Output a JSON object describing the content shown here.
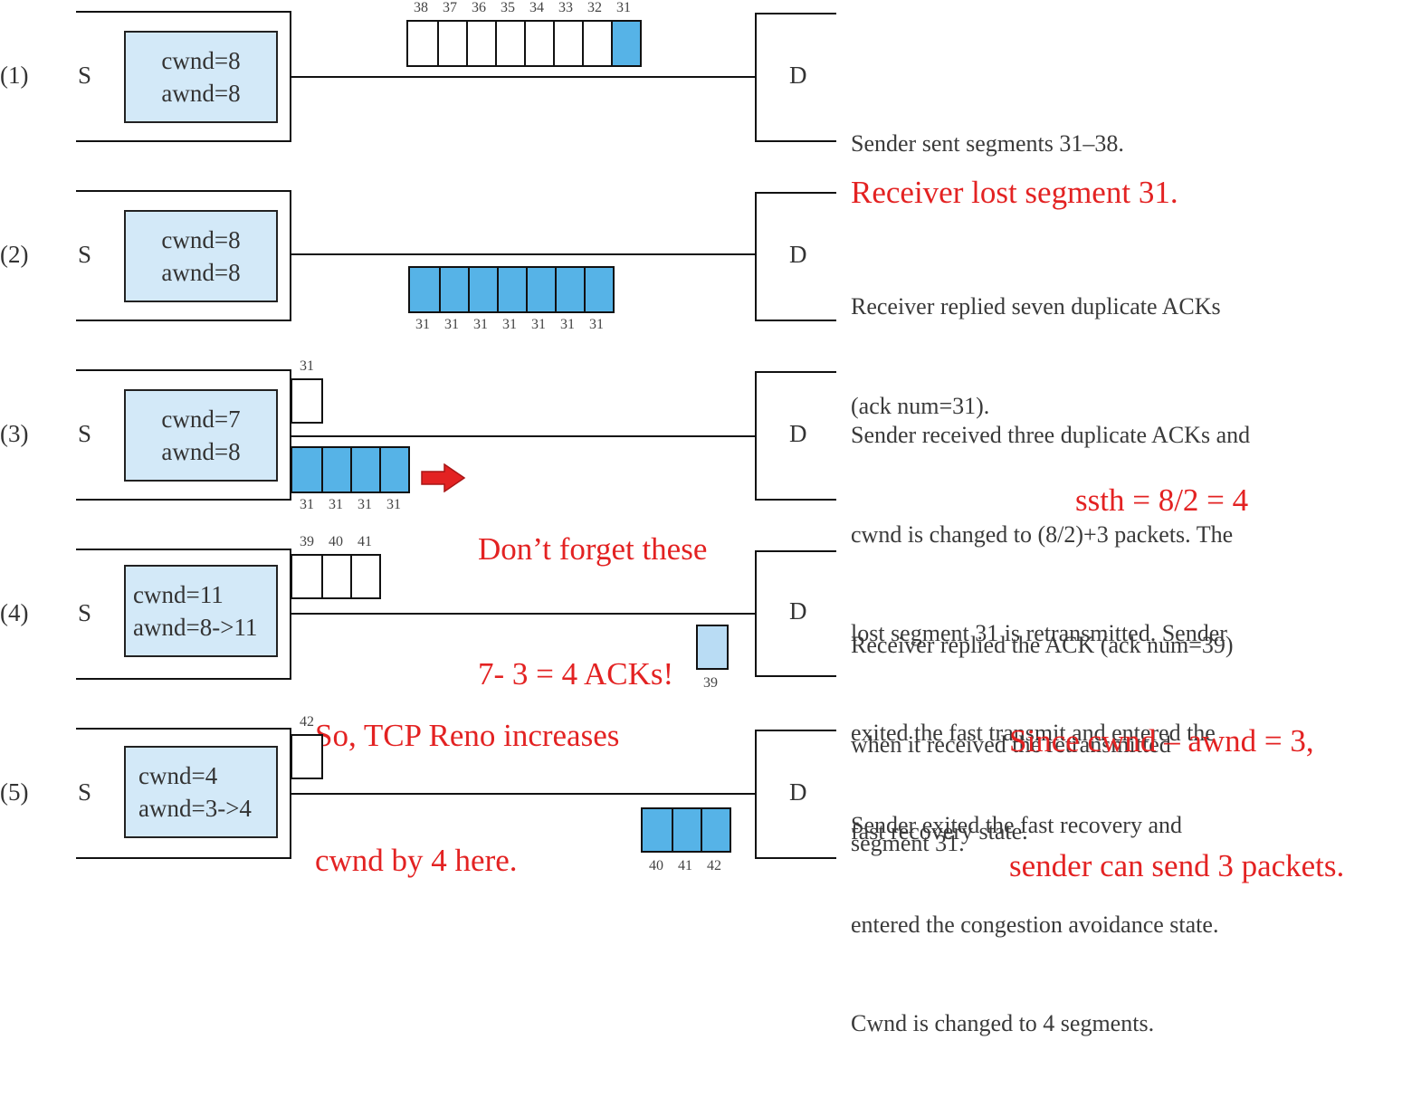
{
  "colors": {
    "segment_fill": "#56b3e7",
    "segment_light": "#b9dcf4",
    "window_fill": "#d3e9f8",
    "annotation_red": "#e32222"
  },
  "sender_label": "S",
  "receiver_label": "D",
  "steps": [
    {
      "num": "(1)",
      "cwnd": "cwnd=8",
      "awnd": "awnd=8",
      "segments": [
        "38",
        "37",
        "36",
        "35",
        "34",
        "33",
        "32",
        "31"
      ],
      "description": [
        "Sender sent segments 31–38."
      ],
      "annotation": [
        "Receiver lost segment 31."
      ]
    },
    {
      "num": "(2)",
      "cwnd": "cwnd=8",
      "awnd": "awnd=8",
      "acks": [
        "31",
        "31",
        "31",
        "31",
        "31",
        "31",
        "31"
      ],
      "description": [
        "Receiver replied seven duplicate ACKs",
        "(ack num=31)."
      ]
    },
    {
      "num": "(3)",
      "cwnd": "cwnd=7",
      "awnd": "awnd=8",
      "segments": [
        "31"
      ],
      "acks": [
        "31",
        "31",
        "31",
        "31"
      ],
      "description": [
        "Sender received three duplicate ACKs and",
        "cwnd is changed to (8/2)+3 packets. The",
        "lost segment 31 is retransmitted. Sender",
        "exited the fast transmit and entered the",
        "fast recovery state."
      ],
      "annotation_inline": "ssth = 8/2 = 4",
      "callout": [
        "Don’t forget these",
        "7- 3 = 4 ACKs!"
      ]
    },
    {
      "num": "(4)",
      "cwnd": "cwnd=11",
      "awnd": "awnd=8->11",
      "segments": [
        "39",
        "40",
        "41"
      ],
      "acks": [
        "39"
      ],
      "description": [
        "Receiver replied the ACK (ack num=39)",
        "when it received the retransmitted",
        "segment 31."
      ],
      "annotation": [
        "Since cwnd – awnd = 3,",
        "sender can send 3 packets."
      ],
      "callout": [
        "So, TCP Reno increases",
        "cwnd by 4 here."
      ]
    },
    {
      "num": "(5)",
      "cwnd": "cwnd=4",
      "awnd": "awnd=3->4",
      "segments": [
        "42"
      ],
      "acks": [
        "40",
        "41",
        "42"
      ],
      "description": [
        "Sender exited the fast recovery and",
        "entered the congestion avoidance state.",
        "Cwnd is changed to 4 segments."
      ]
    }
  ]
}
